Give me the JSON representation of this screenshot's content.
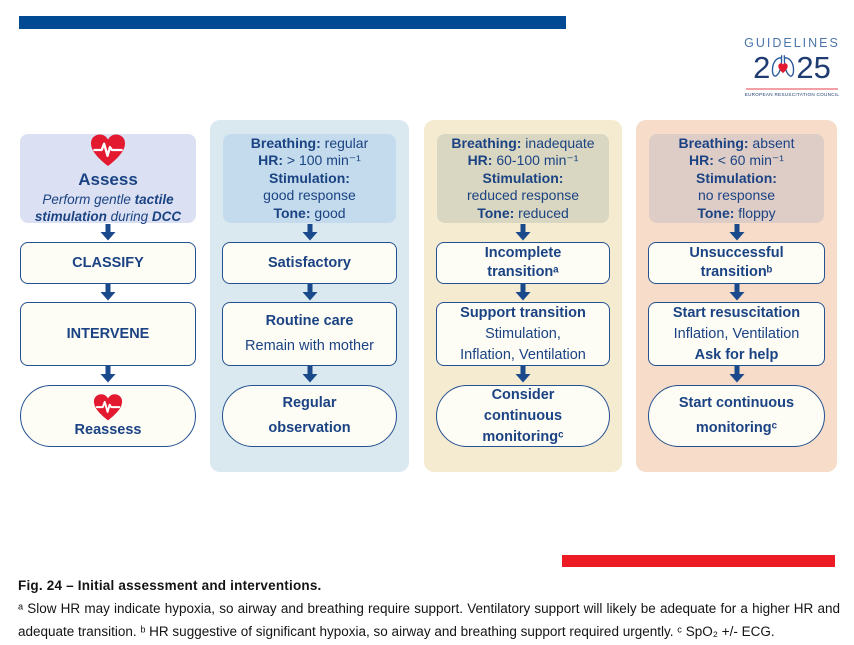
{
  "colors": {
    "top_bar": "#004a94",
    "bottom_bar": "#ed1c24",
    "navy_text": "#1b4383",
    "box_border": "#24518f",
    "box_bg": "#fdfcf5",
    "heart_red": "#e3192f",
    "col1_header_bg": "#dbe1f3",
    "col2_bg": "#d9e9ef",
    "col2_header_bg": "#c3dbec",
    "col3_bg": "#f4ebd1",
    "col3_header_bg": "#d9d6c1",
    "col4_bg": "#f6dcc9",
    "col4_header_bg": "#decdc7"
  },
  "logo": {
    "title": "GUIDELINES",
    "year_start": "2",
    "year_end": "25",
    "subtitle": "EUROPEAN RESUSCITATION COUNCIL"
  },
  "columns": [
    {
      "key": "assess",
      "header": {
        "title": "Assess",
        "subtitle_runs": [
          {
            "t": "Perform gentle "
          },
          {
            "t": "tactile stimulation"
          },
          {
            "t": " during "
          },
          {
            "t": "DCC"
          }
        ]
      },
      "box1": {
        "text": "CLASSIFY"
      },
      "box2": {
        "text": "INTERVENE"
      },
      "pill": {
        "lines": [
          "Reassess"
        ]
      }
    },
    {
      "key": "satisfactory",
      "header": {
        "lines": [
          {
            "b": "Breathing:",
            "r": " regular"
          },
          {
            "b": "HR:",
            "r": " > 100 min⁻¹"
          },
          {
            "b": "Stimulation:",
            "r": ""
          },
          {
            "b": "",
            "r": "good response"
          },
          {
            "b": "Tone:",
            "r": " good"
          }
        ]
      },
      "box1": {
        "text": "Satisfactory"
      },
      "box2": {
        "title": "Routine care",
        "lines": [
          "Remain with mother"
        ]
      },
      "pill": {
        "lines": [
          "Regular",
          "observation"
        ]
      }
    },
    {
      "key": "incomplete-transition",
      "header": {
        "lines": [
          {
            "b": "Breathing:",
            "r": " inadequate"
          },
          {
            "b": "HR:",
            "r": " 60-100 min⁻¹"
          },
          {
            "b": "Stimulation:",
            "r": ""
          },
          {
            "b": "",
            "r": "reduced response"
          },
          {
            "b": "Tone:",
            "r": " reduced"
          }
        ]
      },
      "box1": {
        "lines": [
          "Incomplete",
          "transitionᵃ"
        ]
      },
      "box2": {
        "title": "Support transition",
        "lines": [
          "Stimulation,",
          "Inflation, Ventilation"
        ]
      },
      "pill": {
        "lines": [
          "Consider",
          "continuous",
          "monitoringᶜ"
        ]
      }
    },
    {
      "key": "unsuccessful-transition",
      "header": {
        "lines": [
          {
            "b": "Breathing:",
            "r": " absent"
          },
          {
            "b": "HR:",
            "r": " < 60 min⁻¹"
          },
          {
            "b": "Stimulation:",
            "r": ""
          },
          {
            "b": "",
            "r": "no response"
          },
          {
            "b": "Tone:",
            "r": " floppy"
          }
        ]
      },
      "box1": {
        "lines": [
          "Unsuccessful",
          "transitionᵇ"
        ]
      },
      "box2": {
        "title": "Start resuscitation",
        "lines": [
          "Inflation, Ventilation"
        ],
        "footer": "Ask for help"
      },
      "pill": {
        "lines": [
          "Start continuous",
          "monitoringᶜ"
        ]
      }
    }
  ],
  "caption": {
    "title": "Fig. 24 – Initial assessment and interventions.",
    "body": "ᵃ Slow HR may indicate hypoxia, so airway and breathing require support. Ventilatory support will likely be adequate for a higher HR and adequate transition. ᵇ HR suggestive of significant hypoxia, so airway and breathing support required urgently. ᶜ SpO₂ +/- ECG."
  }
}
